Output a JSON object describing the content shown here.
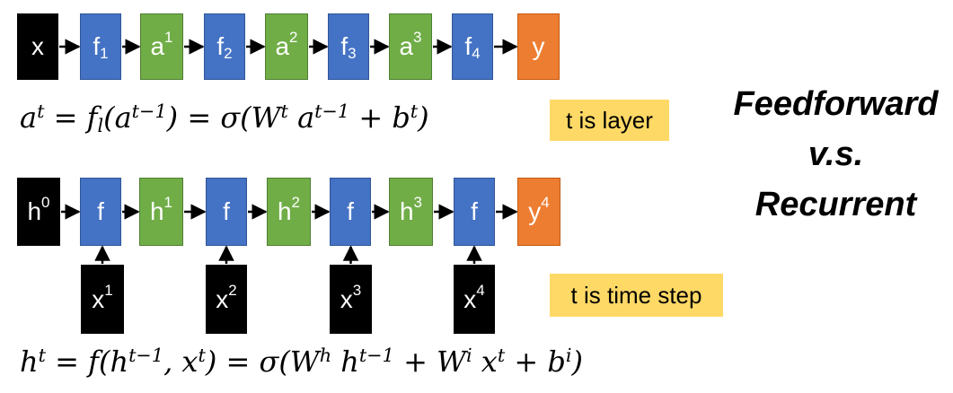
{
  "feedforward": {
    "nodes": [
      {
        "main": "x",
        "sup": "",
        "sub": "",
        "color": "black"
      },
      {
        "main": "f",
        "sup": "",
        "sub": "1",
        "color": "blue"
      },
      {
        "main": "a",
        "sup": "1",
        "sub": "",
        "color": "green"
      },
      {
        "main": "f",
        "sup": "",
        "sub": "2",
        "color": "blue"
      },
      {
        "main": "a",
        "sup": "2",
        "sub": "",
        "color": "green"
      },
      {
        "main": "f",
        "sup": "",
        "sub": "3",
        "color": "blue"
      },
      {
        "main": "a",
        "sup": "3",
        "sub": "",
        "color": "green"
      },
      {
        "main": "f",
        "sup": "",
        "sub": "4",
        "color": "blue"
      },
      {
        "main": "y",
        "sup": "",
        "sub": "",
        "color": "orange"
      }
    ],
    "equation": "a^t = f_l(a^{t−1}) = σ(W^t a^{t−1} + b^t)",
    "note": "t is layer"
  },
  "recurrent": {
    "nodes": [
      {
        "main": "h",
        "sup": "0",
        "sub": "",
        "color": "black"
      },
      {
        "main": "f",
        "sup": "",
        "sub": "",
        "color": "blue"
      },
      {
        "main": "h",
        "sup": "1",
        "sub": "",
        "color": "green"
      },
      {
        "main": "f",
        "sup": "",
        "sub": "",
        "color": "blue"
      },
      {
        "main": "h",
        "sup": "2",
        "sub": "",
        "color": "green"
      },
      {
        "main": "f",
        "sup": "",
        "sub": "",
        "color": "blue"
      },
      {
        "main": "h",
        "sup": "3",
        "sub": "",
        "color": "green"
      },
      {
        "main": "f",
        "sup": "",
        "sub": "",
        "color": "blue"
      },
      {
        "main": "y",
        "sup": "4",
        "sub": "",
        "color": "orange"
      }
    ],
    "inputs": [
      {
        "main": "x",
        "sup": "1"
      },
      {
        "main": "x",
        "sup": "2"
      },
      {
        "main": "x",
        "sup": "3"
      },
      {
        "main": "x",
        "sup": "4"
      }
    ],
    "equation": "h^t = f(h^{t−1}, x^t) = σ(W^h h^{t−1} + W^i x^t + b^i)",
    "note": "t is time step"
  },
  "title": {
    "line1": "Feedforward",
    "line2": "v.s.",
    "line3": "Recurrent"
  },
  "colors": {
    "black": "#000000",
    "blue": "#4472c4",
    "green": "#70ad47",
    "orange": "#ed7d31",
    "note": "#ffd966"
  }
}
